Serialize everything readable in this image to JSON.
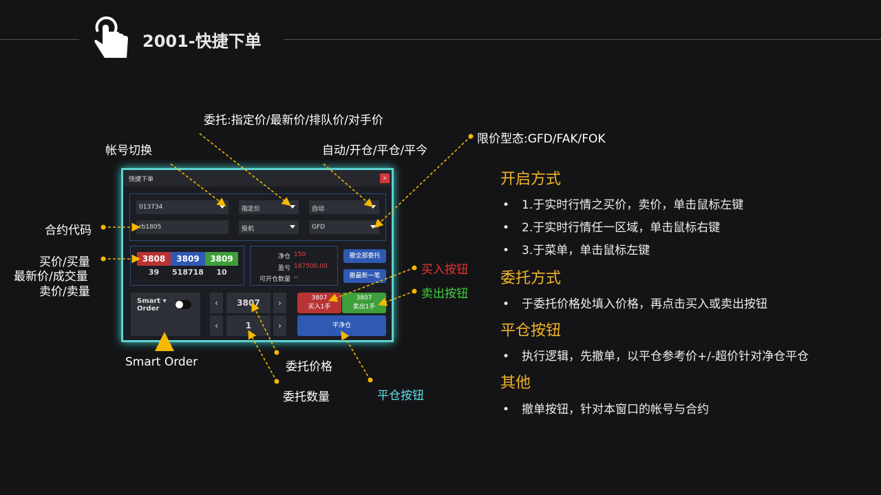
{
  "header": {
    "title": "2001-快捷下单",
    "icon": "hand-pointer-icon"
  },
  "window": {
    "title": "快捷下单",
    "close": "x",
    "account": "013734",
    "price_type": "指定价",
    "offset": "自动",
    "contract": "rb1805",
    "hedge": "投机",
    "tif": "GFD",
    "quote": {
      "bid": "3808",
      "last": "3809",
      "ask": "3809",
      "bid_vol": "39",
      "volume": "518718",
      "ask_vol": "10"
    },
    "position": {
      "net_label": "净仓",
      "net": "150",
      "pnl_label": "盈亏",
      "pnl": "187500.00",
      "avail_label": "可开仓数量",
      "avail": "--"
    },
    "cancel_all": "撤全部委托",
    "cancel_last": "撤最新一笔",
    "smart_order_1": "Smart",
    "smart_order_2": "Order",
    "price": "3807",
    "qty": "1",
    "prev": "‹",
    "next": "›",
    "buy_price": "3807",
    "buy_label": "买入1手",
    "sell_price": "3807",
    "sell_label": "卖出1手",
    "close_net": "平净仓"
  },
  "annotations": {
    "order_price_types": "委托:指定价/最新价/排队价/对手价",
    "account_switch": "帐号切换",
    "offset_types": "自动/开仓/平仓/平今",
    "tif_types": "限价型态:GFD/FAK/FOK",
    "contract_code": "合约代码",
    "bid": "买价/买量",
    "last": "最新价/成交量",
    "ask": "卖价/卖量",
    "buy_button": "买入按钮",
    "sell_button": "卖出按钮",
    "smart_order": "Smart Order",
    "order_price": "委托价格",
    "order_qty": "委托数量",
    "close_button": "平仓按钮"
  },
  "notes": [
    {
      "heading": "开启方式",
      "items": [
        "1.于实时行情之买价，卖价，单击鼠标左键",
        "2.于实时行情任一区域，单击鼠标右键",
        "3.于菜单，单击鼠标左键"
      ]
    },
    {
      "heading": "委托方式",
      "items": [
        "于委托价格处填入价格，再点击买入或卖出按钮"
      ]
    },
    {
      "heading": "平仓按钮",
      "items": [
        "执行逻辑，先撤单，以平仓参考价+/-超价针对净仓平仓"
      ]
    },
    {
      "heading": "其他",
      "items": [
        "撤单按钮，针对本窗口的帐号与合约"
      ]
    }
  ],
  "bullet": "•",
  "colors": {
    "bg": "#141416",
    "accent": "#f0b429",
    "buy": "#b83434",
    "sell": "#3e9e3a",
    "blue": "#2f59b3",
    "glow": "#5fd2d0"
  }
}
